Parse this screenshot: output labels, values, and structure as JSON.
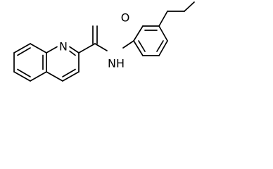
{
  "molecule": {
    "atoms": {
      "carbonyl_oxygen": "O",
      "ring_nitrogen": "N",
      "amide_nh": "NH"
    }
  }
}
